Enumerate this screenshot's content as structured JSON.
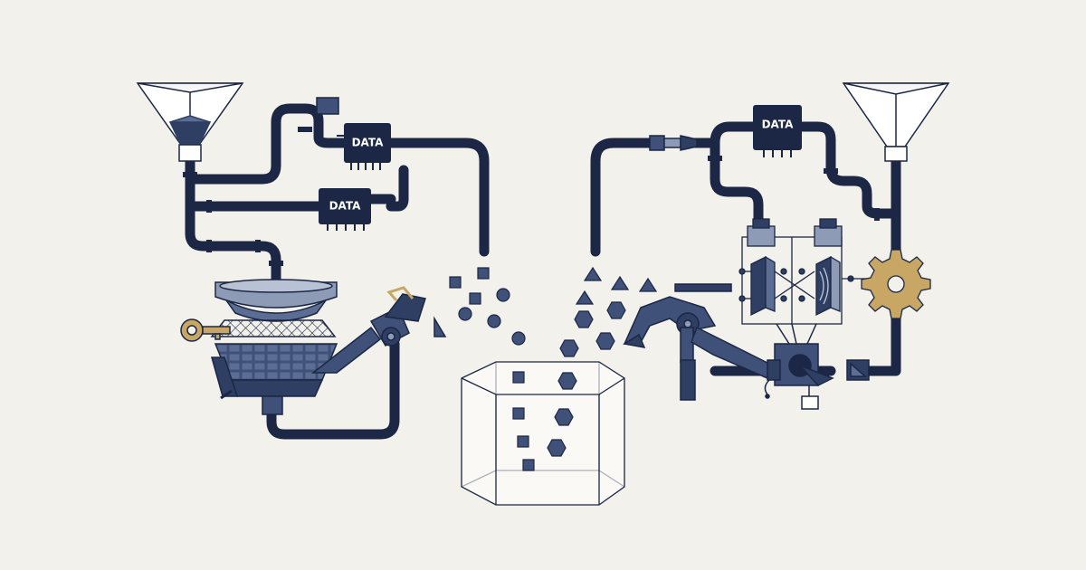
{
  "colors": {
    "background": "#f3f1ec",
    "pipe": "#1b2744",
    "machine_dark": "#2e3f63",
    "machine_mid": "#3f5179",
    "machine_light": "#8e9bb7",
    "accent_gold": "#c8a664",
    "outline": "#1b2744",
    "box_fill": "#ffffff"
  },
  "chips": [
    {
      "id": "left-upper",
      "label": "DATA"
    },
    {
      "id": "left-lower",
      "label": "DATA"
    },
    {
      "id": "right-upper",
      "label": "DATA"
    }
  ],
  "icons": {
    "left_funnel": "funnel-icon",
    "right_funnel": "funnel-icon",
    "sieve": "sieve-icon",
    "key": "key-icon",
    "gear": "gear-icon",
    "container": "container-box-icon",
    "robot_arm_left": "robot-arm-icon",
    "robot_arm_right": "robot-arm-icon"
  }
}
